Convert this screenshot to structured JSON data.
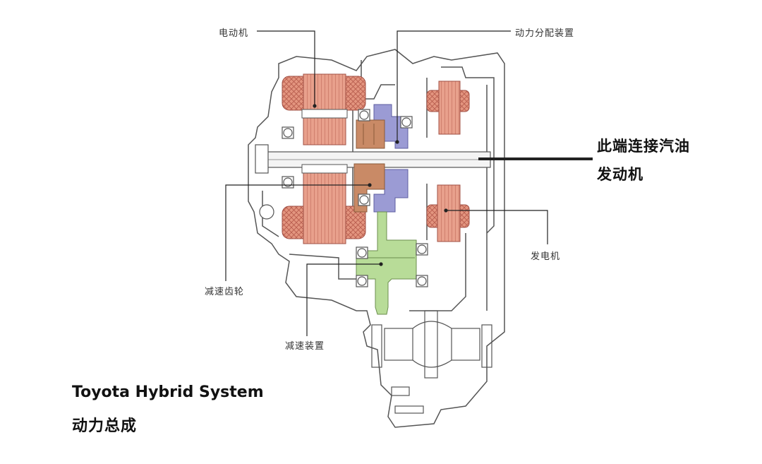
{
  "diagram": {
    "title": "Toyota Hybrid System",
    "subtitle": "动力总成",
    "colors": {
      "motor": "#e0917d",
      "power_split": "#9b9bd4",
      "power_split_carrier": "#c98a66",
      "reduction": "#b8dc98",
      "outline": "#555555",
      "leader": "#222222"
    },
    "labels": {
      "motor": "电动机",
      "power_split": "动力分配装置",
      "engine_side_line1": "此端连接汽油",
      "engine_side_line2": "发动机",
      "generator": "发电机",
      "reduction_gear": "减速齿轮",
      "reduction_unit": "减速装置"
    }
  }
}
